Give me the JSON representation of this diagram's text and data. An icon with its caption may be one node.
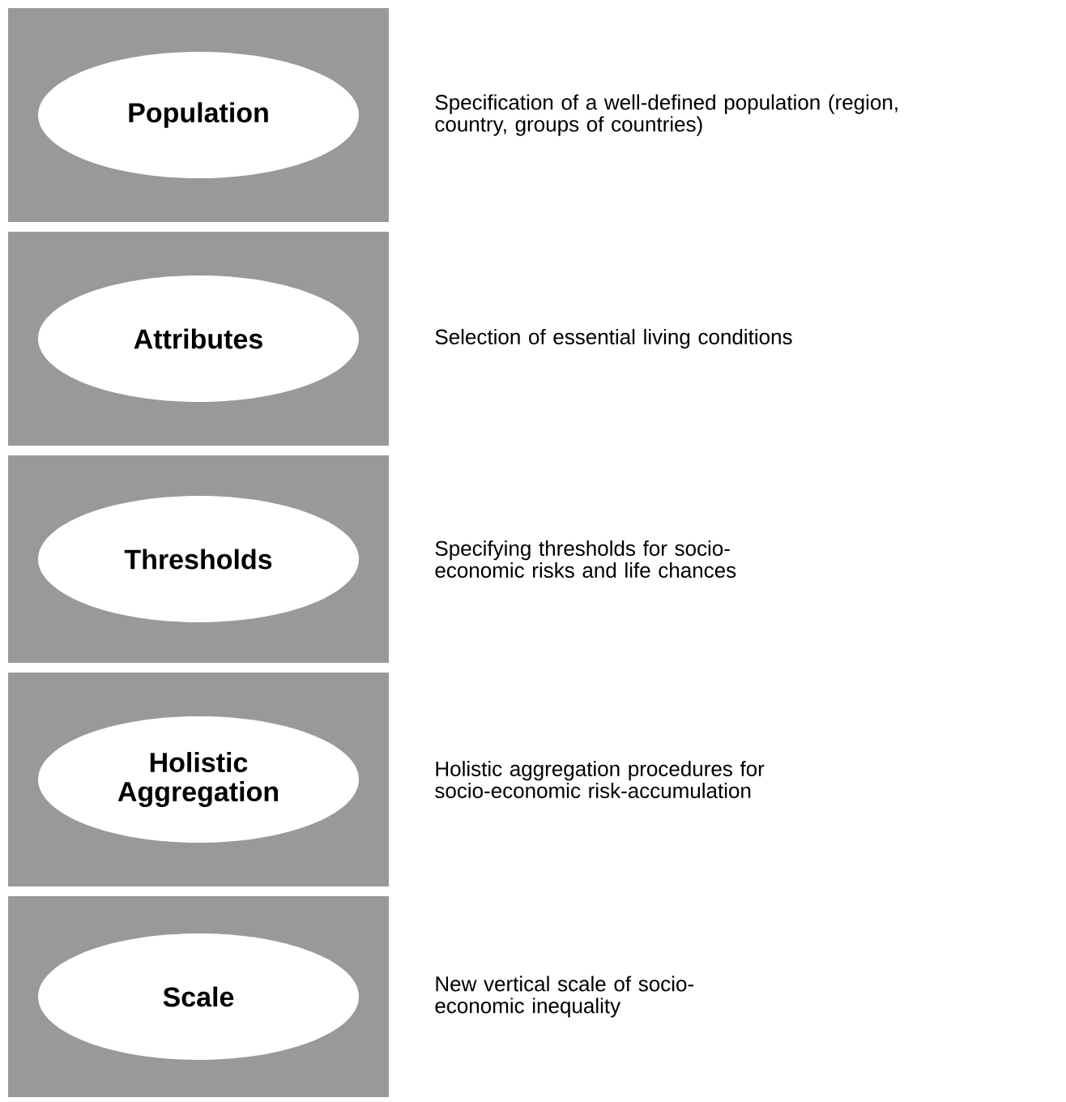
{
  "diagram": {
    "nodes": [
      {
        "text": [],
        "shape": "box"
      },
      {
        "text": [
          "Population"
        ],
        "in": 0,
        "beside": [
          "Specification of a well-defined population (region, country, groups of countries)"
        ]
      },
      {
        "text": [],
        "shape": "box"
      },
      {
        "text": [
          "Attributes"
        ],
        "in": 2,
        "beside": [
          "Selection of essential living conditions"
        ]
      },
      {
        "text": [],
        "shape": "box"
      },
      {
        "text": [
          "Thresholds"
        ],
        "in": 4,
        "beside": [
          "Specifying thresholds for socio-economic risks and life chances"
        ]
      },
      {
        "text": [],
        "shape": "box"
      },
      {
        "text": [
          "Holistic Aggregation"
        ],
        "in": 6,
        "beside": [
          "Holistic aggregation procedures for socio-economic risk-accumulation"
        ]
      },
      {
        "text": [],
        "shape": "box"
      },
      {
        "text": [
          "Scale"
        ],
        "in": 8,
        "beside": [
          "New vertical scale of socio-economic inequality"
        ]
      }
    ]
  }
}
